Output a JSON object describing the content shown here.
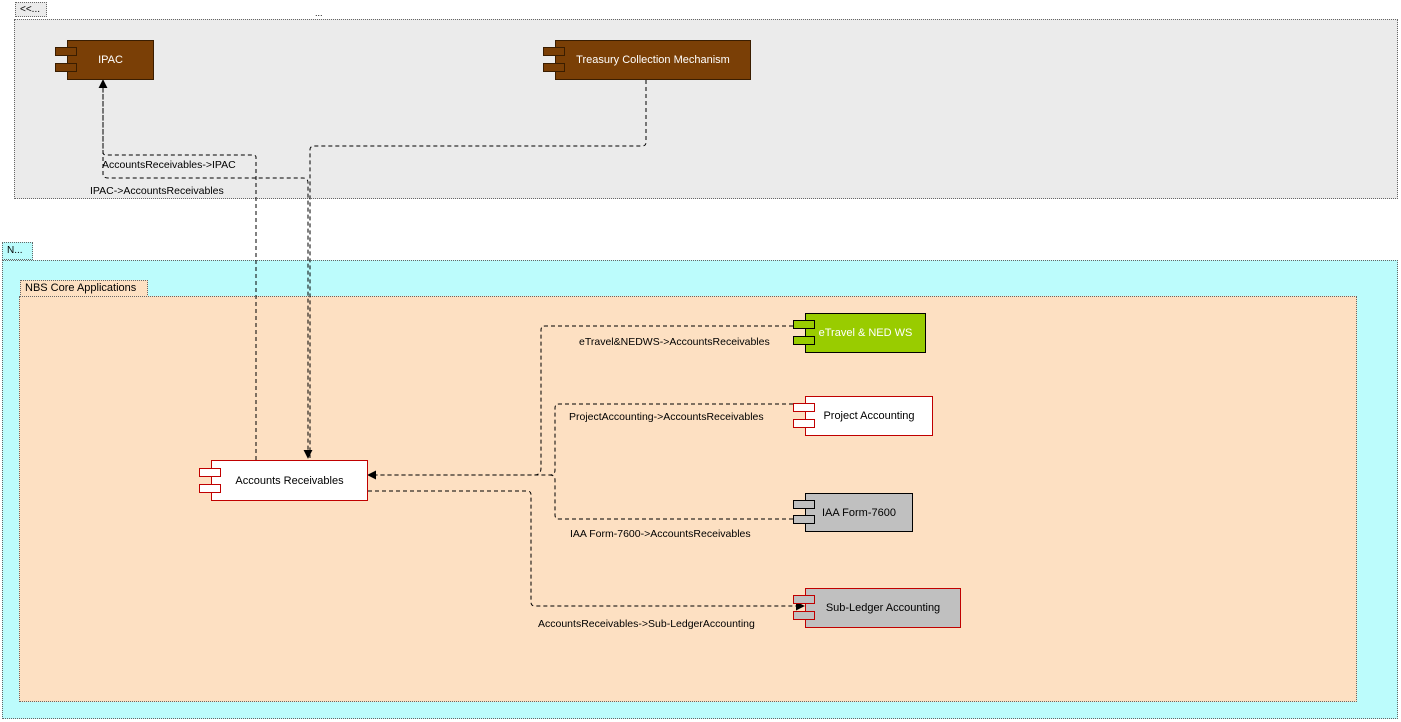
{
  "packages": {
    "external": {
      "tab": "<<...",
      "sub_tab": "..."
    },
    "nbs": {
      "tab": "N..."
    },
    "core": {
      "tab": "NBS Core Applications"
    }
  },
  "components": {
    "ipac": {
      "label": "IPAC",
      "color": "#7a3f06"
    },
    "treasury": {
      "label": "Treasury Collection Mechanism",
      "color": "#7a3f06"
    },
    "etravel": {
      "label": "eTravel & NED WS",
      "color": "#99cc00"
    },
    "project": {
      "label": "Project Accounting",
      "color": "#ffffff"
    },
    "iaa": {
      "label": "IAA Form-7600",
      "color": "#c0c0c0"
    },
    "subledger": {
      "label": "Sub-Ledger Accounting",
      "color": "#c0c0c0"
    },
    "ar": {
      "label": "Accounts Receivables",
      "color": "#ffffff"
    }
  },
  "connectors": {
    "ar_to_ipac": "AccountsReceivables->IPAC",
    "ipac_to_ar": "IPAC->AccountsReceivables",
    "etravel_to_ar": "eTravel&NEDWS->AccountsReceivables",
    "project_to_ar": "ProjectAccounting->AccountsReceivables",
    "iaa_to_ar": "IAA Form-7600->AccountsReceivables",
    "ar_to_subledger": "AccountsReceivables->Sub-LedgerAccounting"
  },
  "colors": {
    "external_bg": "#ebebeb",
    "nbs_bg": "#bcfcfc",
    "core_bg": "#fde0c2",
    "component_border_red": "#c00000"
  }
}
